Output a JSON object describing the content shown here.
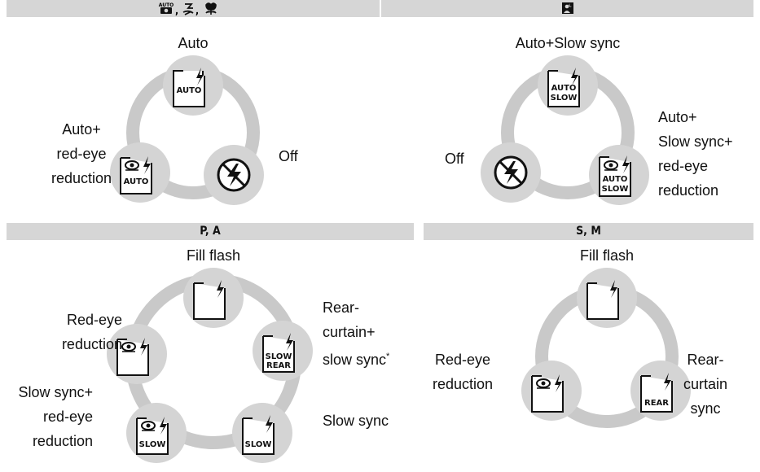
{
  "sections": [
    {
      "header": "📷, 🧒, 🌸",
      "icons": [
        "auto-mode-icon",
        "child-mode-icon",
        "closeup-mode-icon"
      ]
    },
    {
      "header": "",
      "icons": [
        "night-portrait-mode-icon"
      ]
    },
    {
      "header": "P, A"
    },
    {
      "header": "S, M"
    }
  ],
  "labels": {
    "s1_top": "Auto",
    "s1_left": [
      "Auto+",
      "red-eye",
      "reduction"
    ],
    "s1_right": "Off",
    "s2_top": "Auto+Slow sync",
    "s2_left": "Off",
    "s2_right": [
      "Auto+",
      "Slow sync+",
      "red-eye",
      "reduction"
    ],
    "s3_top": "Fill flash",
    "s3_left_upper": [
      "Red-eye",
      "reduction"
    ],
    "s3_left_lower": [
      "Slow sync+",
      "red-eye",
      "reduction"
    ],
    "s3_right_upper": [
      "Rear-",
      "curtain+",
      "slow sync"
    ],
    "s3_right_upper_mark": "*",
    "s3_right_lower": "Slow sync",
    "s4_top": "Fill flash",
    "s4_left": [
      "Red-eye",
      "reduction"
    ],
    "s4_right": [
      "Rear-",
      "curtain",
      "sync"
    ]
  },
  "card_text": {
    "auto": "AUTO",
    "auto_slow_1": "AUTO",
    "auto_slow_2": "SLOW",
    "slow": "SLOW",
    "slow_rear_1": "SLOW",
    "slow_rear_2": "REAR",
    "rear": "REAR"
  },
  "colors": {
    "header_bg": "#d6d6d6",
    "ring": "#c9c9c9",
    "disc": "#d4d4d4"
  }
}
